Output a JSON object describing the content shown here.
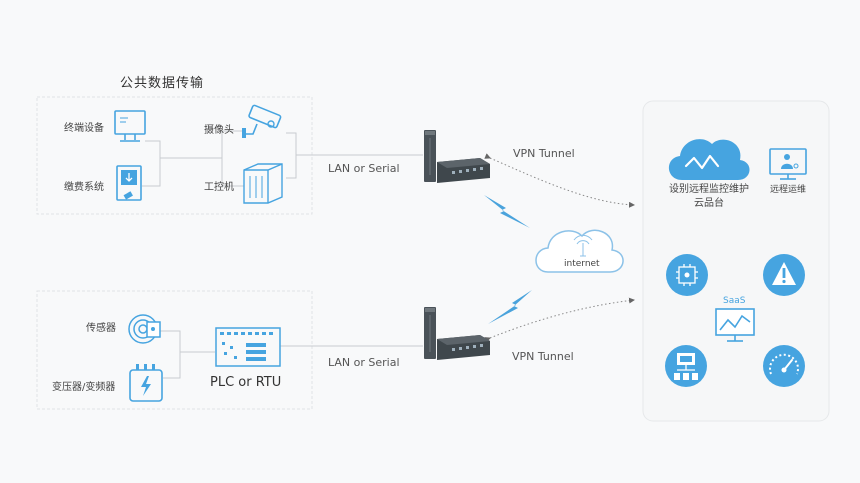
{
  "public": {
    "title": "公共数据传输",
    "terminal": "终端设备",
    "camera": "摄像头",
    "payment": "缴费系统",
    "ipc": "工控机"
  },
  "industrial": {
    "sensor": "传感器",
    "transformer": "变压器/变频器",
    "plc": "PLC or RTU"
  },
  "links": {
    "lan_top": "LAN or Serial",
    "lan_bottom": "LAN or Serial",
    "vpn_top": "VPN Tunnel",
    "vpn_bottom": "VPN Tunnel",
    "internet": "internet"
  },
  "platform": {
    "cloud_label": "设别远程监控维护\n云品台",
    "remote_ops": "远程运维",
    "saas": "SaaS"
  },
  "colors": {
    "accent": "#46a4e0",
    "line": "#c8ccd0",
    "panel_border": "#e1e3e6",
    "router_body": "#4a5258",
    "lightning": "#4aa3dc"
  }
}
